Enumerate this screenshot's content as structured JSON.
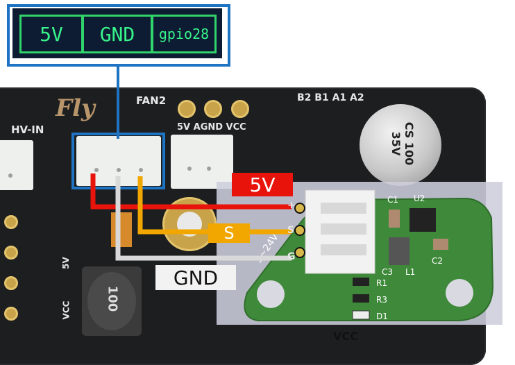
{
  "callout": {
    "pin_labels": [
      "5V",
      "GND",
      "gpio28"
    ]
  },
  "board": {
    "logo": "Fly",
    "fan_label": "FAN2",
    "hv_in_label": "HV-IN",
    "power_pins_label": "5V AGND VCC",
    "motor_pins_label": "B2 B1 A1 A2",
    "cap_text": "CS 100 35V",
    "inductor_text": "100",
    "vcc_bottom_label": "VCC",
    "side_5v_label": "5V",
    "side_vcc_label": "VCC"
  },
  "wires": {
    "vcc_label": "5V",
    "signal_label": "S",
    "gnd_label": "GND"
  },
  "colors": {
    "vcc": "#e8140c",
    "signal": "#f1a600",
    "gnd": "#d9d9d9",
    "accent": "#1f73c3",
    "pcb": "#3f8a3a"
  },
  "sensor": {
    "voltage_label": "5~24V",
    "pin_marks": [
      "+",
      "S",
      "G"
    ],
    "components": [
      "C1",
      "U2",
      "C2",
      "C3",
      "L1",
      "R1",
      "R3",
      "D1"
    ]
  }
}
